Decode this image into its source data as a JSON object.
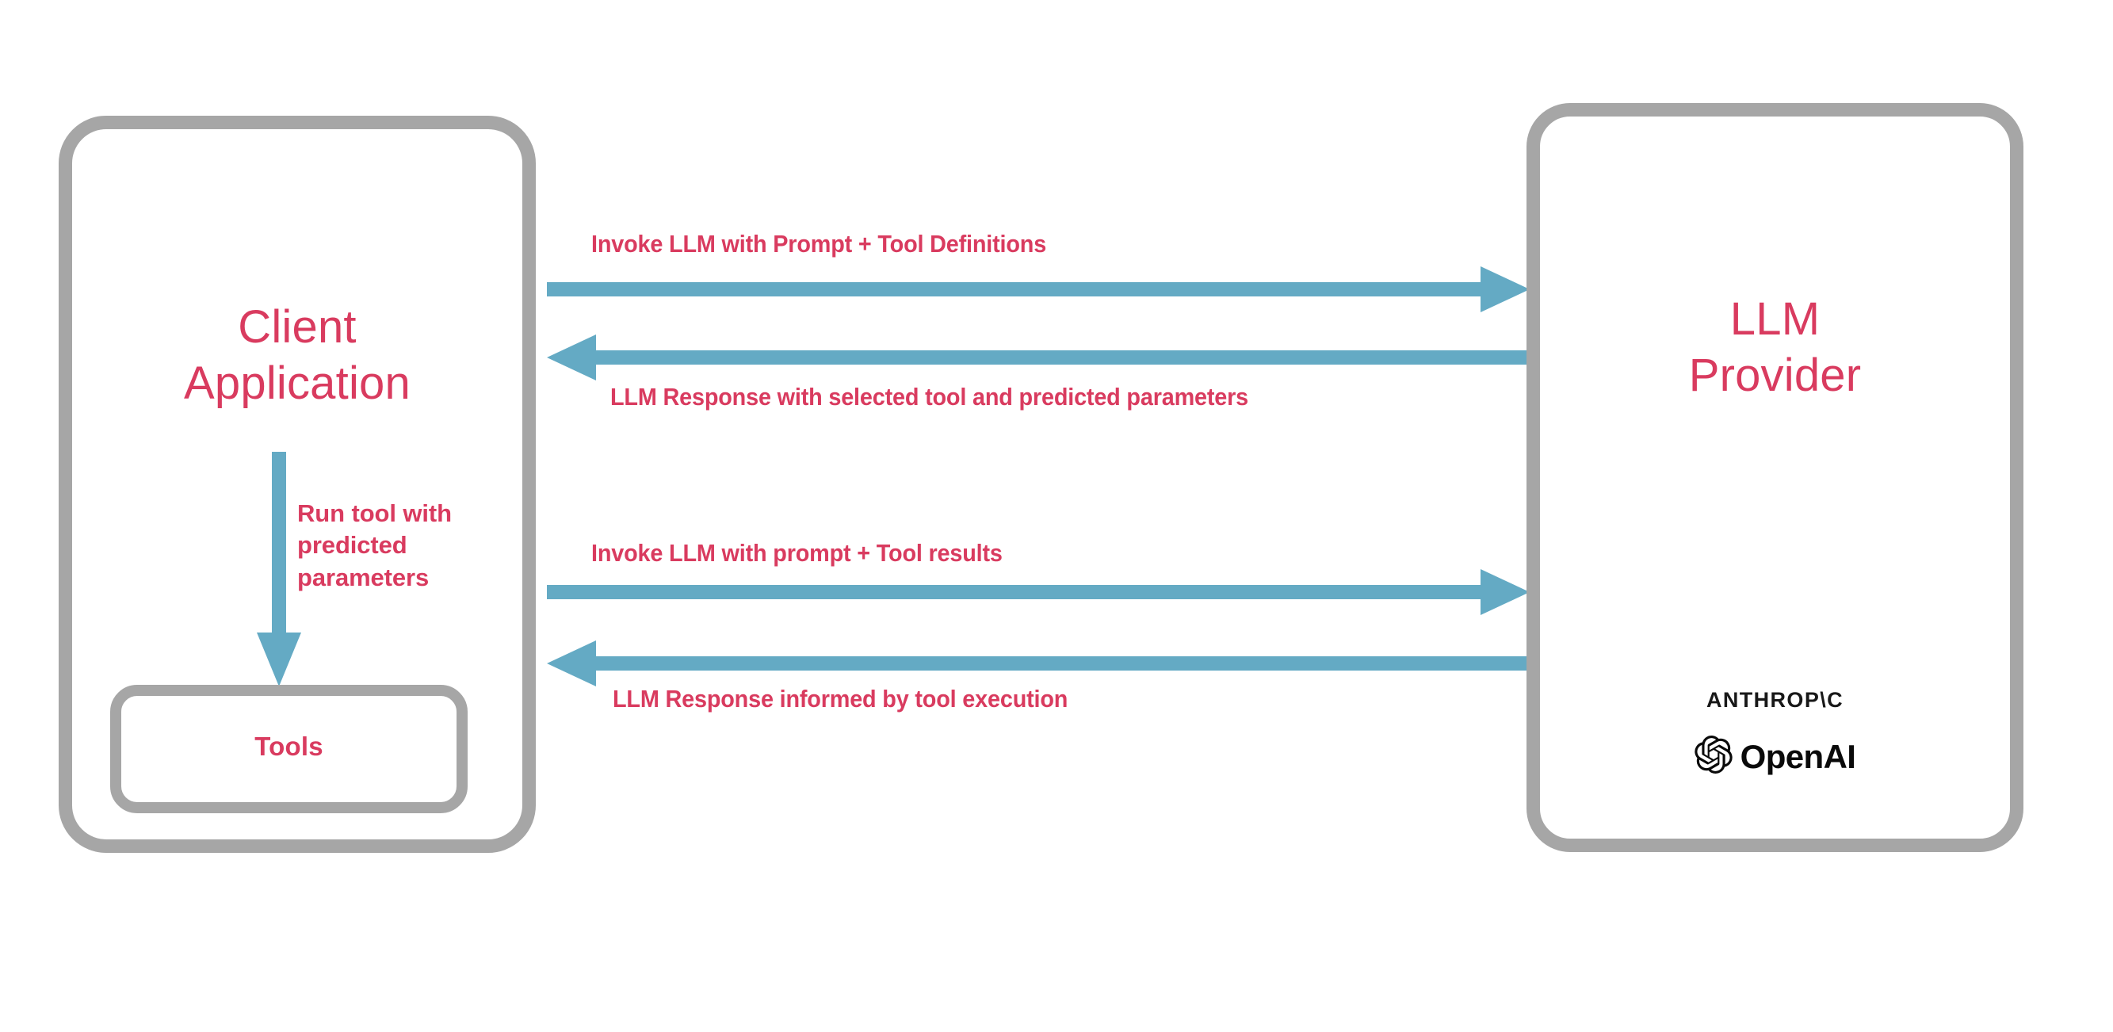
{
  "diagram": {
    "title_semantic": "llm-tool-calling-sequence",
    "background": "#ffffff",
    "colors": {
      "accent_text": "#d93b5f",
      "arrow": "#64aac4",
      "box_border": "#a6a6a6",
      "logo_text": "#101010"
    },
    "boxes": {
      "client": {
        "label": "Client\nApplication"
      },
      "tools": {
        "label": "Tools"
      },
      "provider": {
        "label": "LLM\nProvider",
        "brands": [
          {
            "name": "anthropic-wordmark",
            "text": "ANTHROP\\C"
          },
          {
            "name": "openai-wordmark",
            "text": "OpenAI"
          }
        ]
      }
    },
    "flows": [
      {
        "id": "invoke-llm-with-prompt-and-tool-definitions",
        "label": "Invoke LLM with Prompt + Tool Definitions",
        "direction": "client-to-provider"
      },
      {
        "id": "llm-response-with-selected-tool",
        "label": "LLM Response with selected tool and predicted parameters",
        "direction": "provider-to-client"
      },
      {
        "id": "invoke-llm-with-prompt-and-tool-results",
        "label": "Invoke LLM with prompt + Tool results",
        "direction": "client-to-provider"
      },
      {
        "id": "llm-response-informed-by-tool-execution",
        "label": "LLM Response informed by tool execution",
        "direction": "provider-to-client"
      },
      {
        "id": "run-tool-with-predicted-parameters",
        "label": "Run tool with\npredicted\nparameters",
        "direction": "client-to-tools"
      }
    ]
  }
}
